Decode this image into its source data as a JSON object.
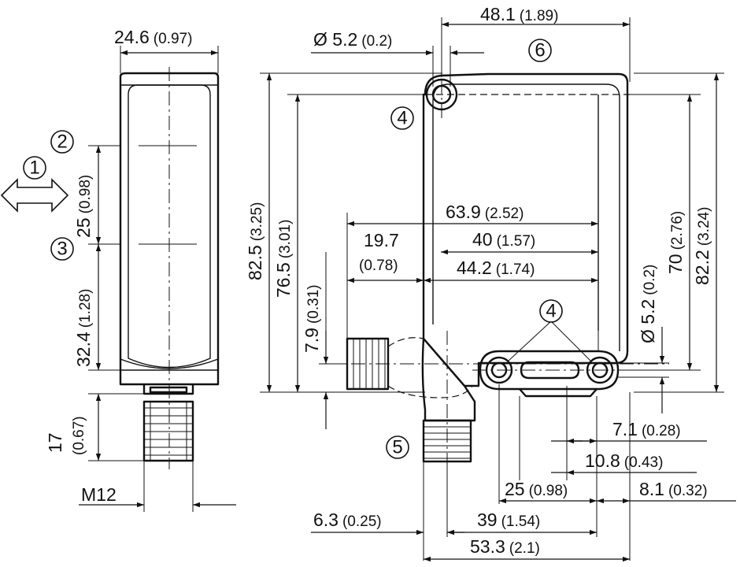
{
  "dimensions": {
    "width_side": {
      "value": "24.6",
      "inch": "(0.97)"
    },
    "pitch_25": {
      "value": "25",
      "inch": "(0.98)"
    },
    "height_32": {
      "value": "32.4",
      "inch": "(1.28)"
    },
    "plug_17": {
      "value": "17",
      "inch": "(0.67)"
    },
    "thread": {
      "value": "M12"
    },
    "hole_top": {
      "value": "Ø 5.2",
      "inch": "(0.2)"
    },
    "top_48": {
      "value": "48.1",
      "inch": "(1.89)"
    },
    "h_825": {
      "value": "82.5",
      "inch": "(3.25)"
    },
    "h_765": {
      "value": "76.5",
      "inch": "(3.01)"
    },
    "h_79": {
      "value": "7.9",
      "inch": "(0.31)"
    },
    "w_639": {
      "value": "63.9",
      "inch": "(2.52)"
    },
    "w_197": {
      "value": "19.7",
      "inch": "(0.78)"
    },
    "w_40": {
      "value": "40",
      "inch": "(1.57)"
    },
    "w_442": {
      "value": "44.2",
      "inch": "(1.74)"
    },
    "hole_right": {
      "value": "Ø 5.2",
      "inch": "(0.2)"
    },
    "h_70": {
      "value": "70",
      "inch": "(2.76)"
    },
    "h_822": {
      "value": "82.2",
      "inch": "(3.24)"
    },
    "w_71": {
      "value": "7.1",
      "inch": "(0.28)"
    },
    "w_108": {
      "value": "10.8",
      "inch": "(0.43)"
    },
    "w_25b": {
      "value": "25",
      "inch": "(0.98)"
    },
    "w_81": {
      "value": "8.1",
      "inch": "(0.32)"
    },
    "w_63": {
      "value": "6.3",
      "inch": "(0.25)"
    },
    "w_39": {
      "value": "39",
      "inch": "(1.54)"
    },
    "w_533": {
      "value": "53.3",
      "inch": "(2.1)"
    }
  },
  "callouts": {
    "c1": "1",
    "c2": "2",
    "c3": "3",
    "c4_top": "4",
    "c4_bottom": "4",
    "c5": "5",
    "c6": "6"
  }
}
